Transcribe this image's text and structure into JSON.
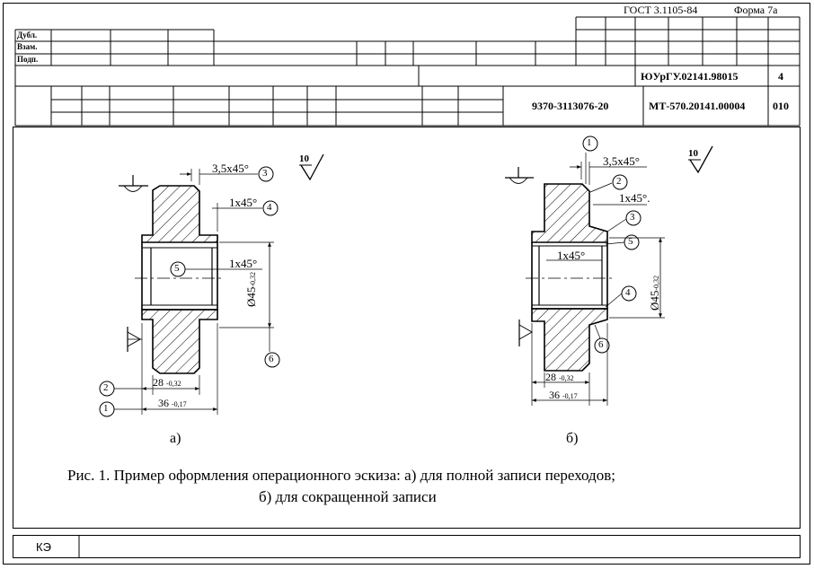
{
  "header": {
    "gost": "ГОСТ    3.1105-84",
    "form": "Форма 7а",
    "row_labels": [
      "Дубл.",
      "Взам.",
      "Подп."
    ],
    "designation": "ЮУрГУ.02141.98015",
    "sheet": "4",
    "part_code": "9370-3113076-20",
    "doc_code": "МТ-570.20141.00004",
    "operation": "010"
  },
  "sketch_a": {
    "chamfer_top": "3,5x45°",
    "chamfer_right": "1x45°",
    "chamfer_bore": "1x45°",
    "diameter": "Ø45",
    "diameter_tol": "-0,32",
    "len_inner": "28",
    "len_inner_tol": "-0,32",
    "len_total": "36",
    "len_total_tol": "-0,17",
    "roughness": "10",
    "markers": [
      "1",
      "2",
      "3",
      "4",
      "5",
      "6"
    ],
    "caption": "а)"
  },
  "sketch_b": {
    "chamfer_top": "3,5x45°",
    "chamfer_right": "1x45°.",
    "chamfer_bore": "1x45°",
    "diameter": "Ø45",
    "diameter_tol": "-0,32",
    "len_inner": "28",
    "len_inner_tol": "-0,32",
    "len_total": "36",
    "len_total_tol": "-0,17",
    "roughness": "10",
    "markers": [
      "1",
      "2",
      "3",
      "4",
      "5",
      "6"
    ],
    "caption": "б)"
  },
  "figure_caption": {
    "line1": "Рис. 1. Пример оформления операционного эскиза: а) для полной записи переходов;",
    "line2": "б) для сокращенной записи"
  },
  "footer": {
    "label": "КЭ"
  }
}
